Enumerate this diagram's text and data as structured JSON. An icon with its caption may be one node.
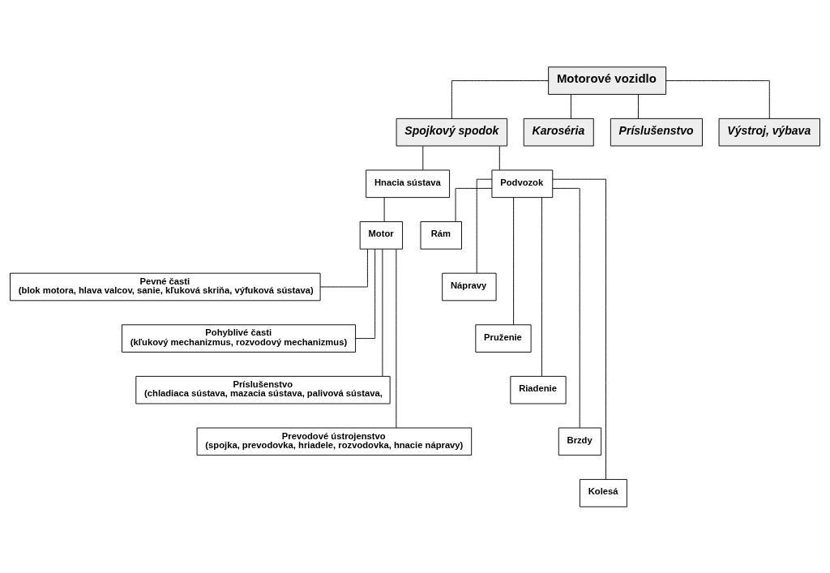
{
  "diagram": {
    "nodes": [
      {
        "text": [
          "Motorové vozidlo"
        ]
      },
      {
        "text": [
          "Spojkový spodok"
        ]
      },
      {
        "text": [
          "Karoséria"
        ]
      },
      {
        "text": [
          "Príslušenstvo"
        ]
      },
      {
        "text": [
          "Výstroj, výbava"
        ]
      },
      {
        "text": [
          "Hnacia sústava"
        ]
      },
      {
        "text": [
          "Podvozok"
        ]
      },
      {
        "text": [
          "Motor"
        ]
      },
      {
        "text": [
          "Pevné časti",
          "(blok motora, hlava valcov, sanie, kľuková skriňa, výfuková sústava)"
        ]
      },
      {
        "text": [
          "Pohyblivé časti",
          "(kľukový mechanizmus, rozvodový mechanizmus)"
        ]
      },
      {
        "text": [
          "Príslušenstvo",
          "(chladiaca sústava, mazacia sústava, palivová sústava,"
        ]
      },
      {
        "text": [
          "Prevodové ústrojenstvo",
          "(spojka, prevodovka, hriadele, rozvodovka, hnacie nápravy)"
        ]
      },
      {
        "text": [
          "Rám"
        ]
      },
      {
        "text": [
          "Nápravy"
        ]
      },
      {
        "text": [
          "Pruženie"
        ]
      },
      {
        "text": [
          "Riadenie"
        ]
      },
      {
        "text": [
          "Brzdy"
        ]
      },
      {
        "text": [
          "Kolesá"
        ]
      }
    ],
    "edges": [
      {
        "from": 0,
        "to": 1,
        "arrow": "none"
      },
      {
        "from": 0,
        "to": 2,
        "arrow": "none"
      },
      {
        "from": 0,
        "to": 3,
        "arrow": "none"
      },
      {
        "from": 0,
        "to": 4,
        "arrow": "none"
      },
      {
        "from": 1,
        "to": 5,
        "arrow": "none"
      },
      {
        "from": 1,
        "to": 6,
        "arrow": "none"
      },
      {
        "from": 5,
        "to": 7,
        "arrow": "none"
      },
      {
        "from": 7,
        "to": 8,
        "arrow": "none"
      },
      {
        "from": 7,
        "to": 9,
        "arrow": "none"
      },
      {
        "from": 7,
        "to": 10,
        "arrow": "none"
      },
      {
        "from": 7,
        "to": 11,
        "arrow": "none"
      },
      {
        "from": 6,
        "to": 12,
        "arrow": "none"
      },
      {
        "from": 6,
        "to": 13,
        "arrow": "none"
      },
      {
        "from": 6,
        "to": 14,
        "arrow": "none"
      },
      {
        "from": 6,
        "to": 15,
        "arrow": "none"
      },
      {
        "from": 6,
        "to": 16,
        "arrow": "none"
      },
      {
        "from": 6,
        "to": 17,
        "arrow": "none"
      }
    ]
  }
}
